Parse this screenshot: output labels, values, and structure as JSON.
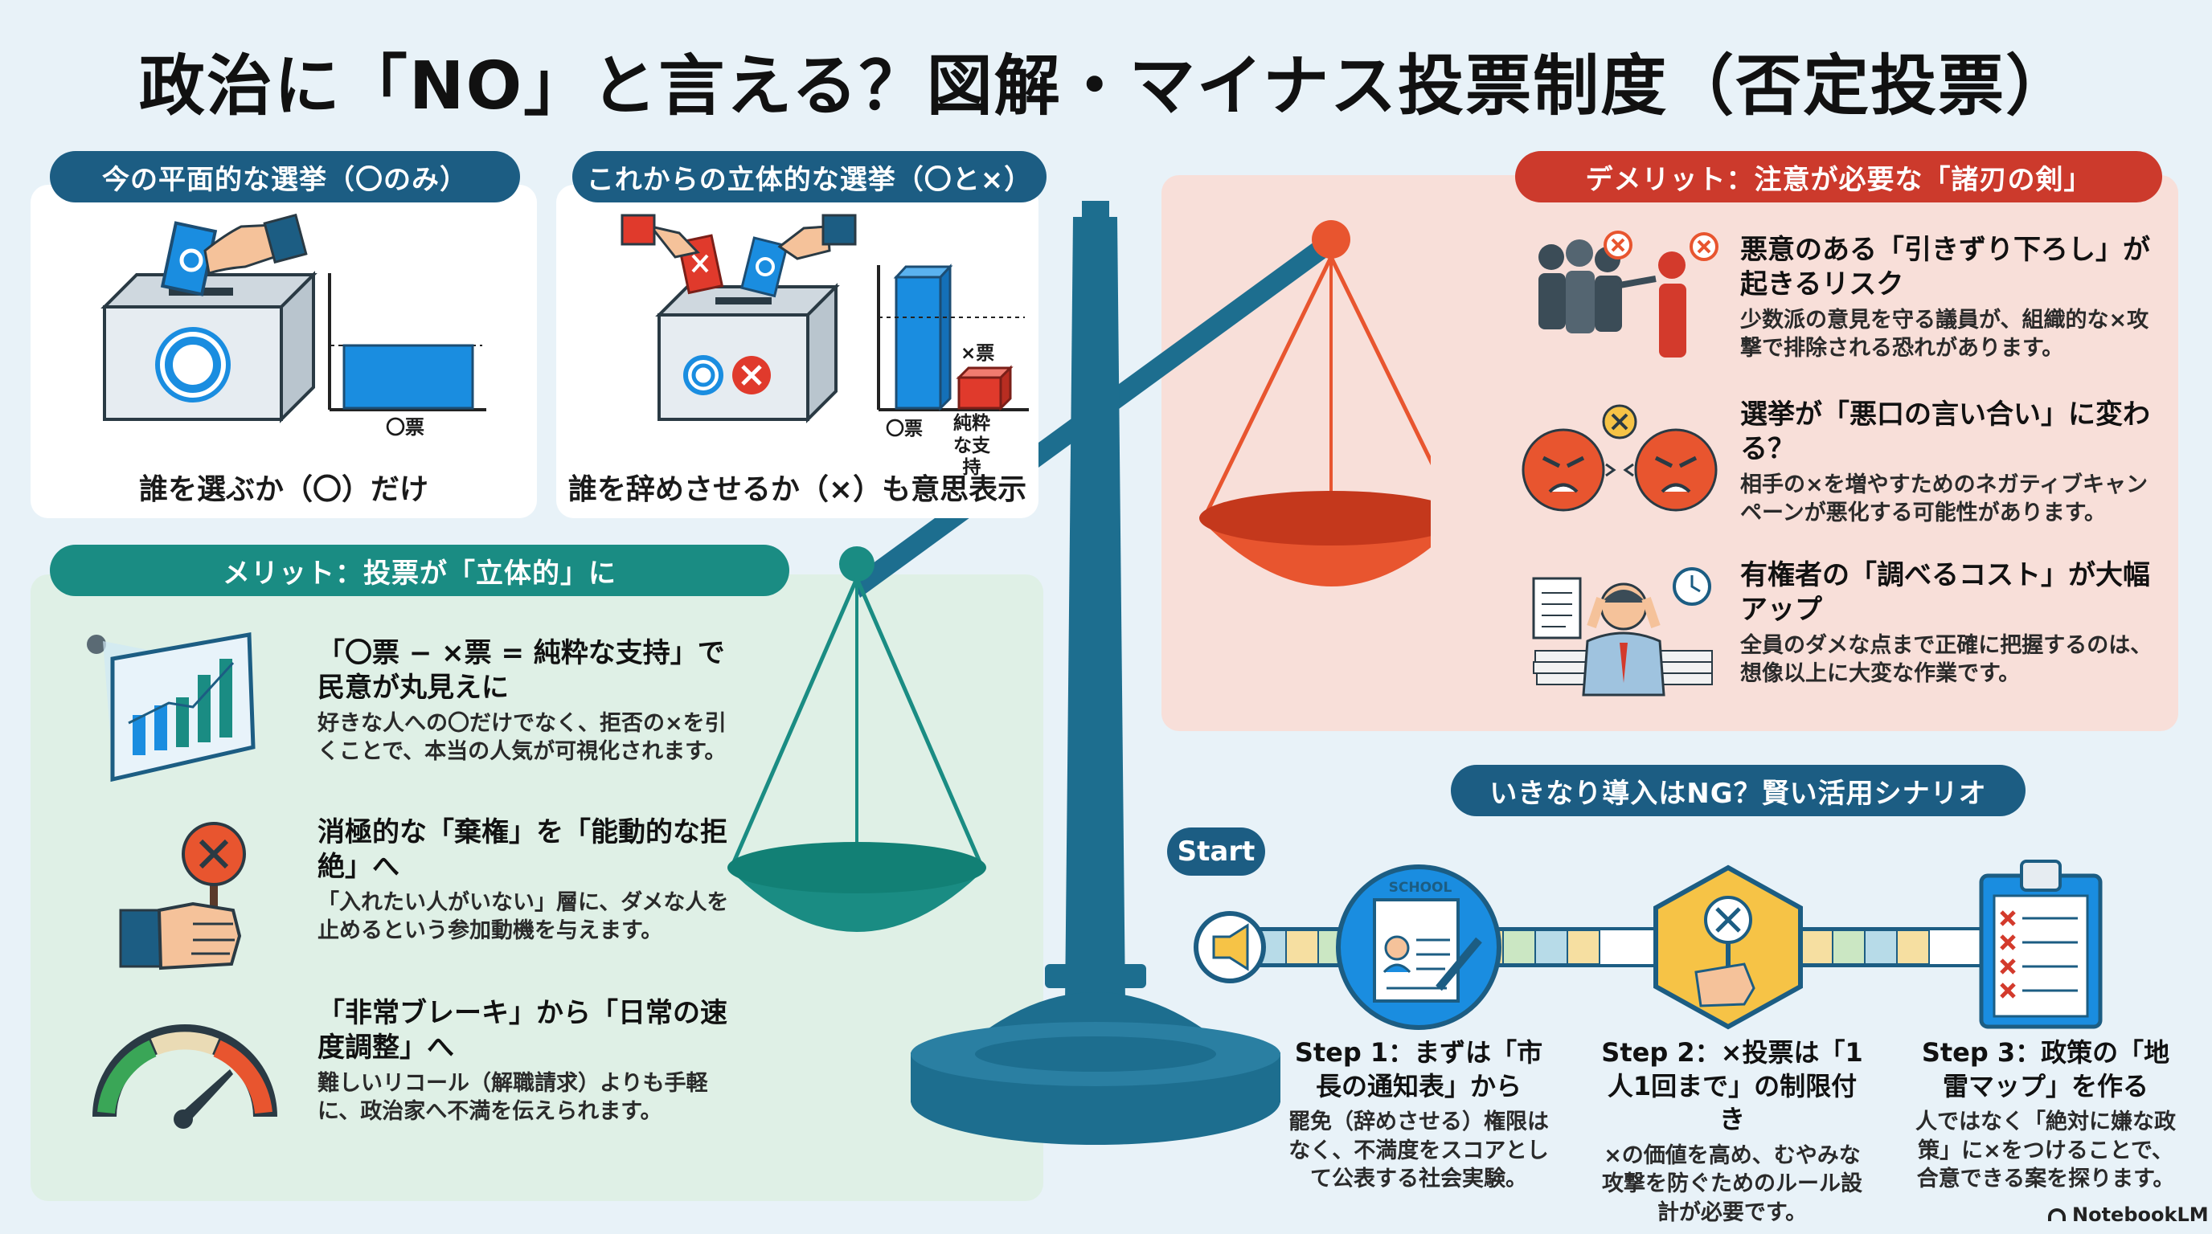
{
  "title": "政治に「NO」と言える？図解・マイナス投票制度（否定投票）",
  "panels": {
    "current": {
      "label": "今の平面的な選挙（〇のみ）",
      "bar_label": "〇票",
      "caption": "誰を選ぶか（〇）だけ"
    },
    "future": {
      "label": "これからの立体的な選挙（〇と×）",
      "bar_label_plus": "〇票",
      "bar_label_minus": "×票",
      "bar_label_net": "純粋な支持",
      "caption": "誰を辞めさせるか（×）も意思表示"
    }
  },
  "merits": {
    "label": "メリット：投票が「立体的」に",
    "items": [
      {
        "icon": "bar-chart-icon",
        "heading": "「〇票 − ×票 = 純粋な支持」で民意が丸見えに",
        "body": "好きな人への〇だけでなく、拒否の×を引くことで、本当の人気が可視化されます。"
      },
      {
        "icon": "reject-sign-icon",
        "heading": "消極的な「棄権」を「能動的な拒絶」へ",
        "body": "「入れたい人がいない」層に、ダメな人を止めるという参加動機を与えます。"
      },
      {
        "icon": "speed-gauge-icon",
        "heading": "「非常ブレーキ」から「日常の速度調整」へ",
        "body": "難しいリコール（解職請求）よりも手軽に、政治家へ不満を伝えられます。"
      }
    ]
  },
  "demerits": {
    "label": "デメリット：注意が必要な「諸刃の剣」",
    "items": [
      {
        "icon": "group-attack-icon",
        "heading": "悪意のある「引きずり下ろし」が起きるリスク",
        "body": "少数派の意見を守る議員が、組織的な×攻撃で排除される恐れがあります。"
      },
      {
        "icon": "angry-faces-icon",
        "heading": "選挙が「悪口の言い合い」に変わる？",
        "body": "相手の×を増やすためのネガティブキャンペーンが悪化する可能性があります。"
      },
      {
        "icon": "stressed-voter-icon",
        "heading": "有権者の「調べるコスト」が大幅アップ",
        "body": "全員のダメな点まで正確に把握するのは、想像以上に大変な作業です。"
      }
    ]
  },
  "scenario": {
    "label": "いきなり導入はNG？賢い活用シナリオ",
    "start": "Start",
    "school_sign": "SCHOOL",
    "steps": [
      {
        "heading": "Step 1：まずは「市長の通知表」から",
        "body": "罷免（辞めさせる）権限はなく、不満度をスコアとして公表する社会実験。"
      },
      {
        "heading": "Step 2：×投票は「1人1回まで」の制限付き",
        "body": "×の価値を高め、むやみな攻撃を防ぐためのルール設計が必要です。"
      },
      {
        "heading": "Step 3：政策の「地雷マップ」を作る",
        "body": "人ではなく「絶対に嫌な政策」に×をつけることで、合意できる案を探ります。"
      }
    ]
  },
  "footer": {
    "brand": "NotebookLM"
  },
  "colors": {
    "navy": "#1c5d83",
    "teal": "#1a8c83",
    "red": "#cc3a2c",
    "orange": "#e8552f",
    "blue": "#1a8de0"
  }
}
